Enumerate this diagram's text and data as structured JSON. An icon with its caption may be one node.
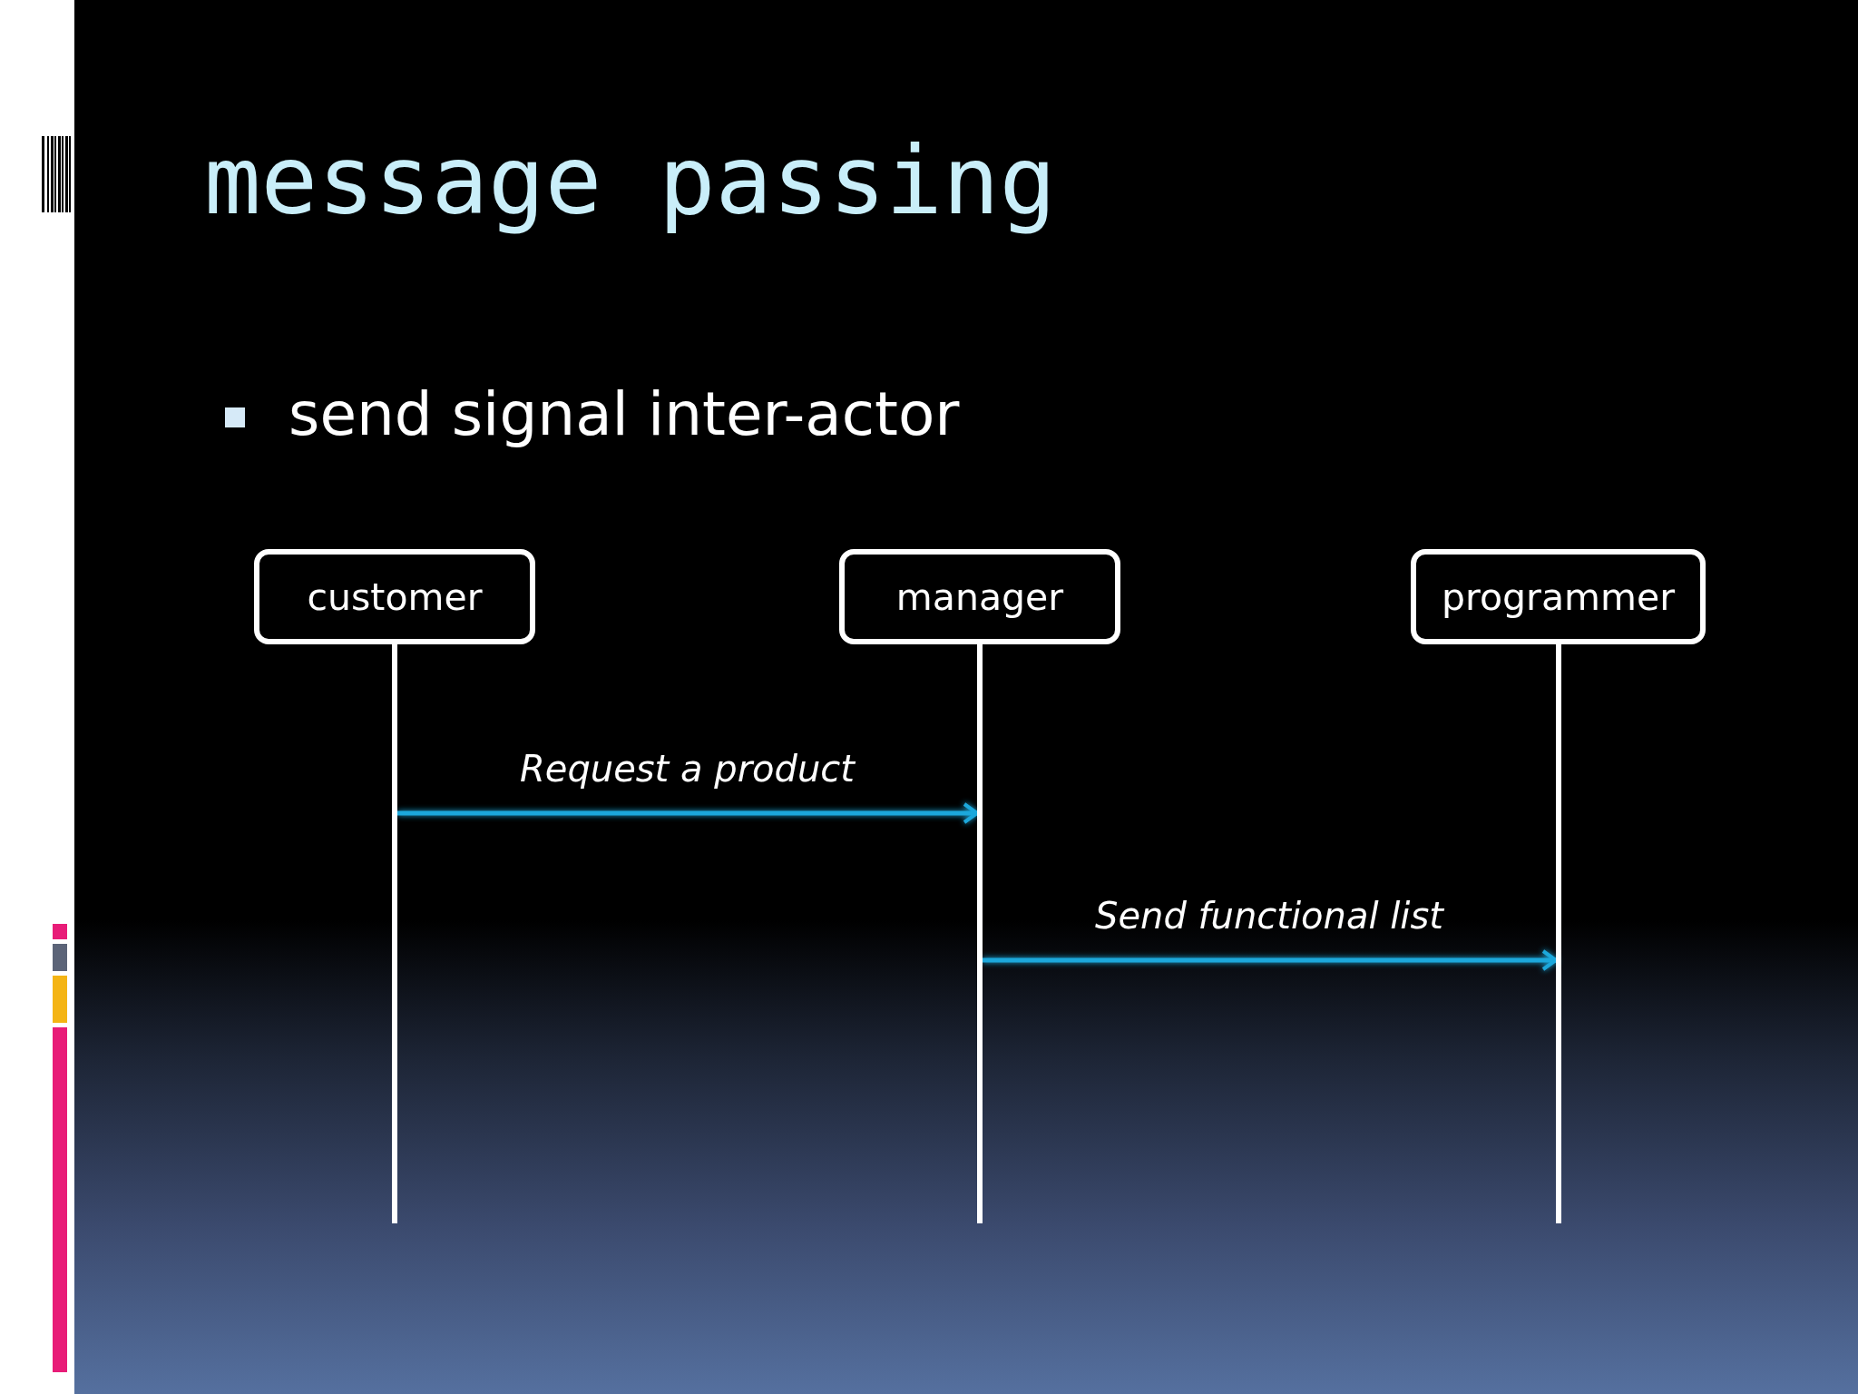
{
  "diagram": {
    "title": "message passing",
    "nodes": [
      {
        "text": [
          "customer"
        ]
      },
      {
        "text": [
          "manager"
        ]
      },
      {
        "text": [
          "programmer"
        ]
      },
      {
        "text": [],
        "shape": "bar"
      },
      {
        "text": [],
        "shape": "bar"
      },
      {
        "text": [],
        "shape": "bar"
      }
    ],
    "edges": [
      {
        "from": 3,
        "to": 4,
        "arrow": "to",
        "label": "Request a product"
      },
      {
        "from": 4,
        "to": 5,
        "arrow": "to",
        "label": "Send functional list"
      }
    ],
    "labels": [
      "send signal inter-actor"
    ]
  }
}
